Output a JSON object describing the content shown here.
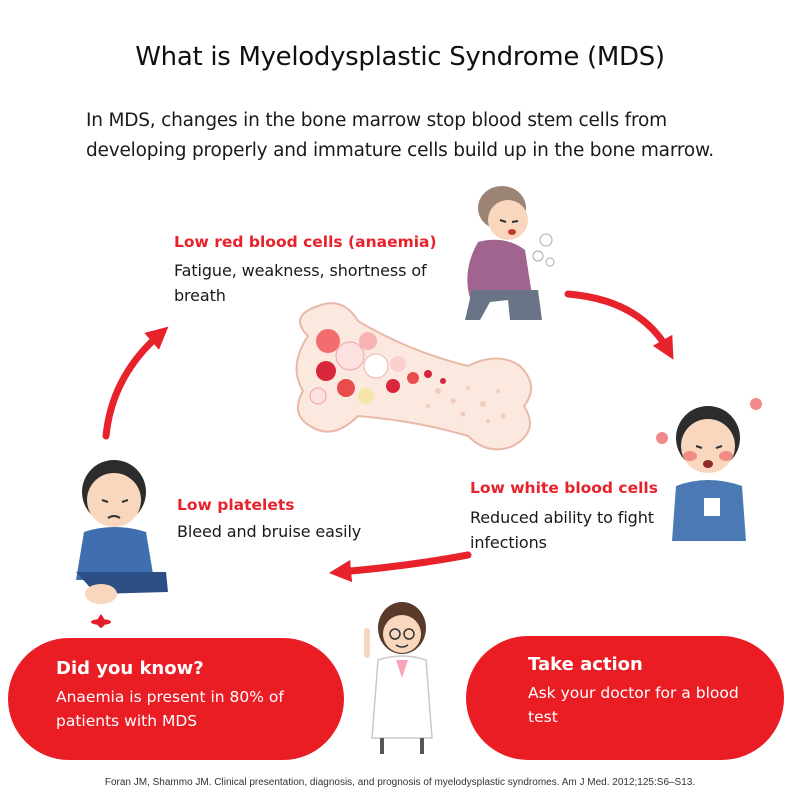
{
  "title": "What is Myelodysplastic Syndrome (MDS)",
  "intro": "In MDS, changes in the bone marrow stop blood stem cells from developing properly and immature cells build up in the bone marrow.",
  "symptoms": {
    "red": {
      "heading": "Low red blood cells (anaemia)",
      "description": "Fatigue, weakness, shortness of breath"
    },
    "white": {
      "heading": "Low white blood cells",
      "description": "Reduced ability to fight infections"
    },
    "platelets": {
      "heading": "Low platelets",
      "description": "Bleed and bruise easily"
    }
  },
  "did_you_know": {
    "heading": "Did you know?",
    "text": "Anaemia is present in 80% of patients with MDS"
  },
  "take_action": {
    "heading": "Take action",
    "text": "Ask your doctor for a blood test"
  },
  "citation": "Foran JM, Shammo JM. Clinical presentation, diagnosis, and prognosis of myelodysplastic syndromes. Am J Med. 2012;125:S6–S13.",
  "colors": {
    "accent_red": "#e8222b",
    "pill_red": "#ea1d25",
    "text": "#1a1a1a"
  }
}
